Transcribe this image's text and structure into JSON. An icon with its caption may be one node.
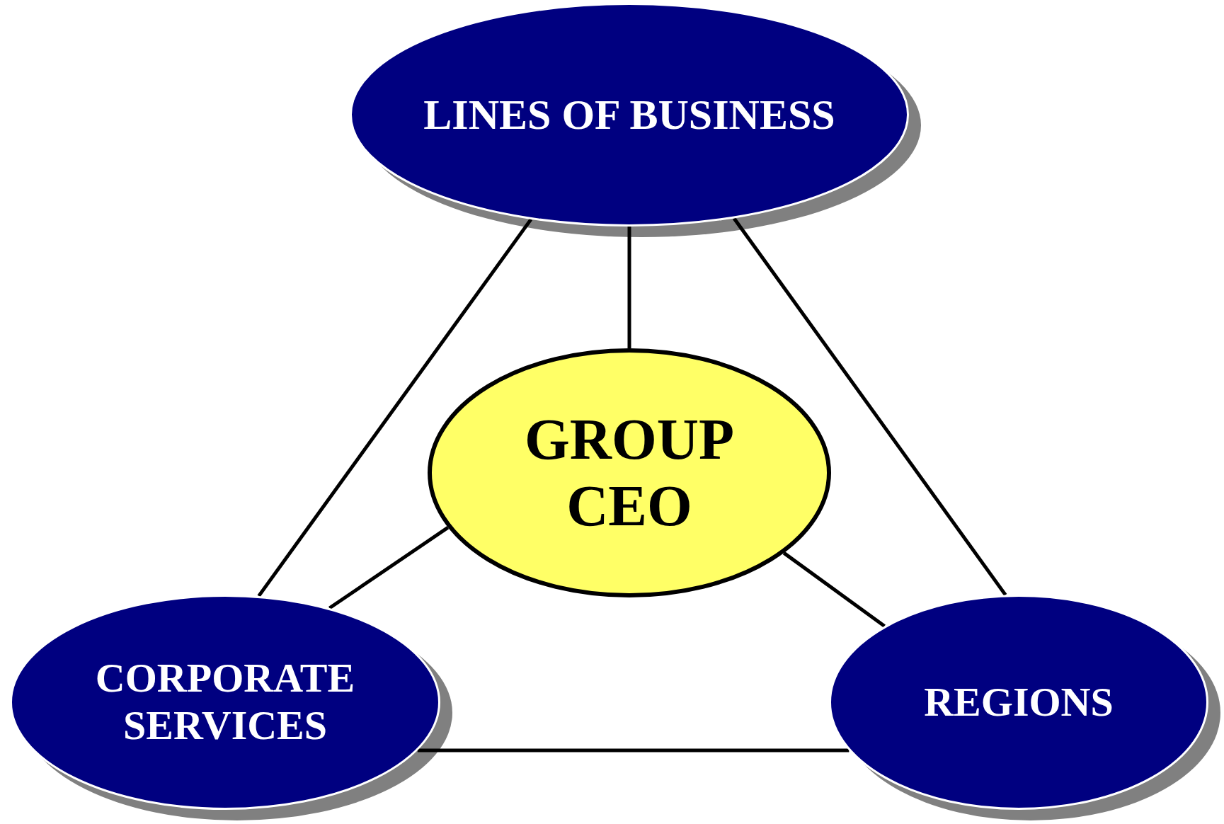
{
  "diagram": {
    "nodes": [
      {
        "text": [
          "LINES OF BUSINESS"
        ]
      },
      {
        "text": [
          "GROUP CEO"
        ]
      },
      {
        "text": [
          "CORPORATE SERVICES"
        ]
      },
      {
        "text": [
          "REGIONS"
        ]
      }
    ],
    "edges": [
      {
        "from": 0,
        "to": 1,
        "arrow": "none"
      },
      {
        "from": 0,
        "to": 2,
        "arrow": "none"
      },
      {
        "from": 0,
        "to": 3,
        "arrow": "none"
      },
      {
        "from": 1,
        "to": 2,
        "arrow": "none"
      },
      {
        "from": 1,
        "to": 3,
        "arrow": "none"
      },
      {
        "from": 2,
        "to": 3,
        "arrow": "none"
      }
    ]
  }
}
